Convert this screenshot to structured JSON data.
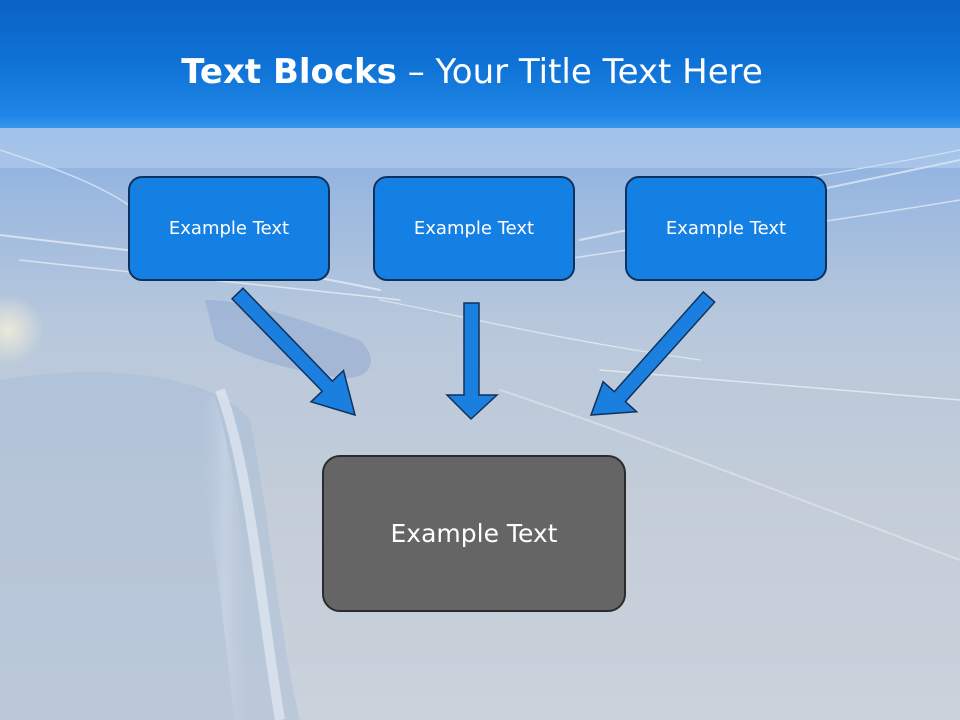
{
  "slide": {
    "title_bold": "Text Blocks",
    "title_dash": " – ",
    "title_rest": "Your Title Text Here"
  },
  "blocks": {
    "top": [
      "Example Text",
      "Example Text",
      "Example Text"
    ],
    "bottom": "Example Text"
  },
  "colors": {
    "title_band": "#0f72d6",
    "top_box_fill": "#1580e4",
    "top_box_border": "#10315c",
    "arrow_fill": "#1b7fe0",
    "bottom_box_fill": "#656565",
    "bottom_box_border": "#2c2c2c"
  }
}
